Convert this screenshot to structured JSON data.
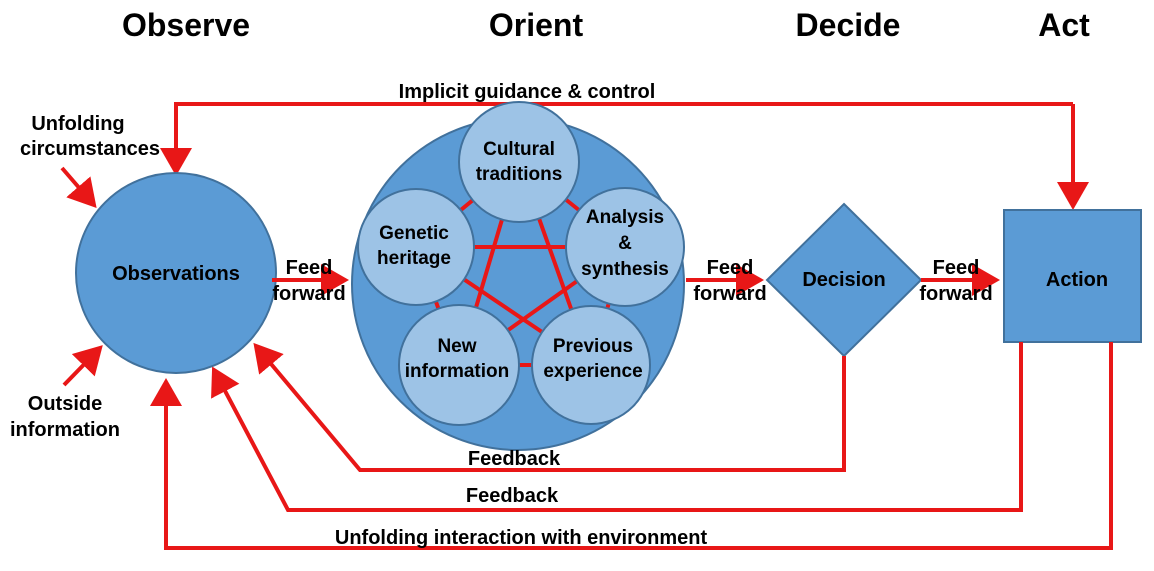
{
  "phases": {
    "observe": "Observe",
    "orient": "Orient",
    "decide": "Decide",
    "act": "Act"
  },
  "labels": {
    "implicit": "Implicit guidance & control",
    "unfolding_circ_1": "Unfolding",
    "unfolding_circ_2": "circumstances",
    "outside_info_1": "Outside",
    "outside_info_2": "information",
    "feed_1_a": "Feed",
    "feed_1_b": "forward",
    "feed_2_a": "Feed",
    "feed_2_b": "forward",
    "feed_3_a": "Feed",
    "feed_3_b": "forward",
    "feedback_1": "Feedback",
    "feedback_2": "Feedback",
    "interaction": "Unfolding interaction with environment"
  },
  "nodes": {
    "observations": "Observations",
    "decision": "Decision",
    "action": "Action"
  },
  "orient_circles": {
    "cultural_1": "Cultural",
    "cultural_2": "traditions",
    "analysis_1": "Analysis",
    "analysis_2": "&",
    "analysis_3": "synthesis",
    "genetic_1": "Genetic",
    "genetic_2": "heritage",
    "new_1": "New",
    "new_2": "information",
    "previous_1": "Previous",
    "previous_2": "experience"
  },
  "colors": {
    "node_fill": "#5b9bd5",
    "node_stroke": "#41719c",
    "sub_fill": "#9dc3e6",
    "arrow": "#e81717"
  }
}
